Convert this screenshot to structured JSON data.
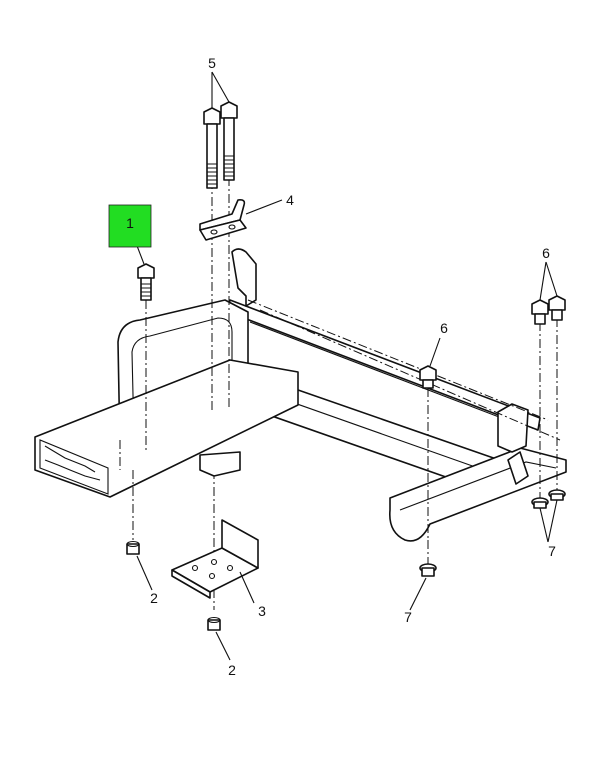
{
  "diagram": {
    "highlight_color": "#22dd22",
    "callouts": {
      "c1": "1",
      "c2a": "2",
      "c2b": "2",
      "c3": "3",
      "c4": "4",
      "c5": "5",
      "c6a": "6",
      "c6b": "6",
      "c7a": "7",
      "c7b": "7"
    }
  }
}
